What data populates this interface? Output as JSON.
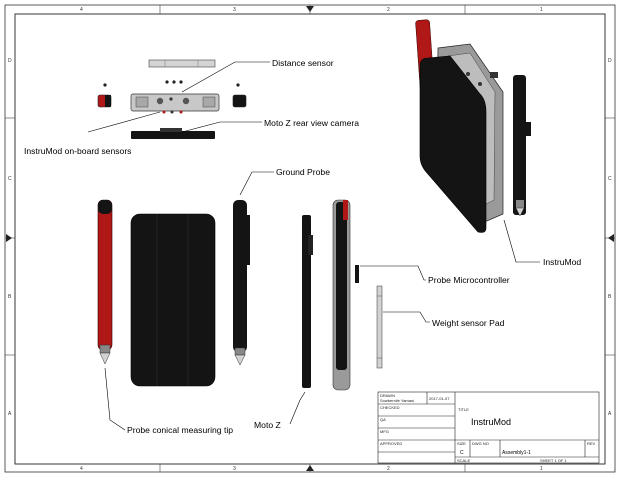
{
  "labels": {
    "distance_sensor": "Distance sensor",
    "rear_camera": "Moto Z rear view camera",
    "onboard_sensors": "InstruMod on-board sensors",
    "ground_probe": "Ground Probe",
    "instrumod": "InstruMod",
    "probe_microcontroller": "Probe Microcontroller",
    "weight_sensor_pad": "Weight sensor Pad",
    "moto_z": "Moto Z",
    "conical_tip": "Probe conical measuring tip"
  },
  "zones": {
    "columns": [
      "4",
      "3",
      "2",
      "1"
    ],
    "rows": [
      "D",
      "C",
      "B",
      "A"
    ]
  },
  "title_block": {
    "drawn_label": "DRAWN",
    "drawn_by": "Sowbernile Yamasi",
    "drawn_date": "2017-01-07",
    "checked_label": "CHECKED",
    "qa_label": "QA",
    "mfg_label": "MFG",
    "approved_label": "APPROVED",
    "title_label": "TITLE",
    "title": "InstruMod",
    "size_label": "SIZE",
    "size": "C",
    "dwg_label": "DWG NO",
    "dwg_no": "Assembly1-1",
    "rev_label": "REV",
    "scale_label": "SCALE",
    "sheet": "SHEET 1  OF 1"
  },
  "colors": {
    "probe_red": "#b01818",
    "phone_black": "#141414",
    "frame_gray": "#9a9a9a",
    "light_gray": "#d2d2d2"
  }
}
